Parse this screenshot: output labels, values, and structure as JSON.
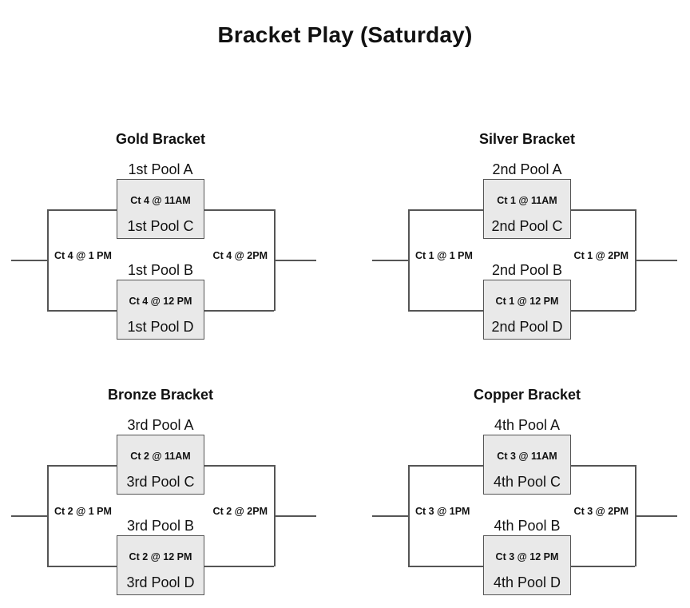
{
  "title": "Bracket Play (Saturday)",
  "brackets": [
    {
      "name": "Gold Bracket",
      "top": {
        "team_above": "1st Pool A",
        "court": "Ct 4 @ 11AM",
        "team_in": "1st Pool C"
      },
      "bottom": {
        "team_above": "1st Pool B",
        "court": "Ct 4 @ 12 PM",
        "team_in": "1st Pool D"
      },
      "left_label": "Ct 4 @ 1 PM",
      "right_label": "Ct 4 @ 2PM"
    },
    {
      "name": "Silver Bracket",
      "top": {
        "team_above": "2nd Pool A",
        "court": "Ct 1 @ 11AM",
        "team_in": "2nd Pool C"
      },
      "bottom": {
        "team_above": "2nd Pool B",
        "court": "Ct 1 @ 12 PM",
        "team_in": "2nd Pool D"
      },
      "left_label": "Ct 1 @ 1 PM",
      "right_label": "Ct 1 @ 2PM"
    },
    {
      "name": "Bronze Bracket",
      "top": {
        "team_above": "3rd Pool A",
        "court": "Ct 2 @ 11AM",
        "team_in": "3rd Pool C"
      },
      "bottom": {
        "team_above": "3rd Pool B",
        "court": "Ct 2 @ 12 PM",
        "team_in": "3rd Pool D"
      },
      "left_label": "Ct 2 @ 1 PM",
      "right_label": "Ct 2 @ 2PM"
    },
    {
      "name": "Copper Bracket",
      "top": {
        "team_above": "4th Pool A",
        "court": "Ct 3 @ 11AM",
        "team_in": "4th Pool C"
      },
      "bottom": {
        "team_above": "4th Pool B",
        "court": "Ct 3 @ 12 PM",
        "team_in": "4th Pool D"
      },
      "left_label": "Ct 3 @ 1PM",
      "right_label": "Ct 3 @ 2PM"
    }
  ]
}
